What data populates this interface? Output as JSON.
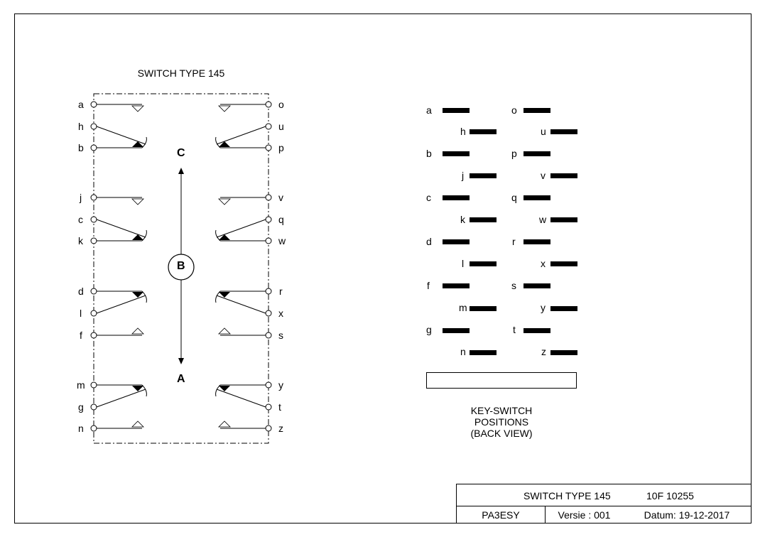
{
  "diagram": {
    "title": "SWITCH TYPE 145",
    "center_labels": {
      "top": "C",
      "middle": "B",
      "bottom": "A"
    },
    "left_terminals": [
      "a",
      "h",
      "b",
      "j",
      "c",
      "k",
      "d",
      "l",
      "f",
      "m",
      "g",
      "n"
    ],
    "right_terminals": [
      "o",
      "u",
      "p",
      "v",
      "q",
      "w",
      "r",
      "x",
      "s",
      "y",
      "t",
      "z"
    ]
  },
  "key_switch": {
    "caption_line1": "KEY-SWITCH",
    "caption_line2": "POSITIONS",
    "caption_line3": "(BACK VIEW)",
    "rows": [
      {
        "left": "a",
        "right": "o"
      },
      {
        "left": "h",
        "right": "u"
      },
      {
        "left": "b",
        "right": "p"
      },
      {
        "left": "j",
        "right": "v"
      },
      {
        "left": "c",
        "right": "q"
      },
      {
        "left": "k",
        "right": "w"
      },
      {
        "left": "d",
        "right": "r"
      },
      {
        "left": "l",
        "right": "x"
      },
      {
        "left": "f",
        "right": "s"
      },
      {
        "left": "m",
        "right": "y"
      },
      {
        "left": "g",
        "right": "t"
      },
      {
        "left": "n",
        "right": "z"
      }
    ]
  },
  "title_block": {
    "name": "SWITCH TYPE 145",
    "number": "10F 10255",
    "author": "PA3ESY",
    "version": "Versie : 001",
    "date": "Datum: 19-12-2017"
  }
}
